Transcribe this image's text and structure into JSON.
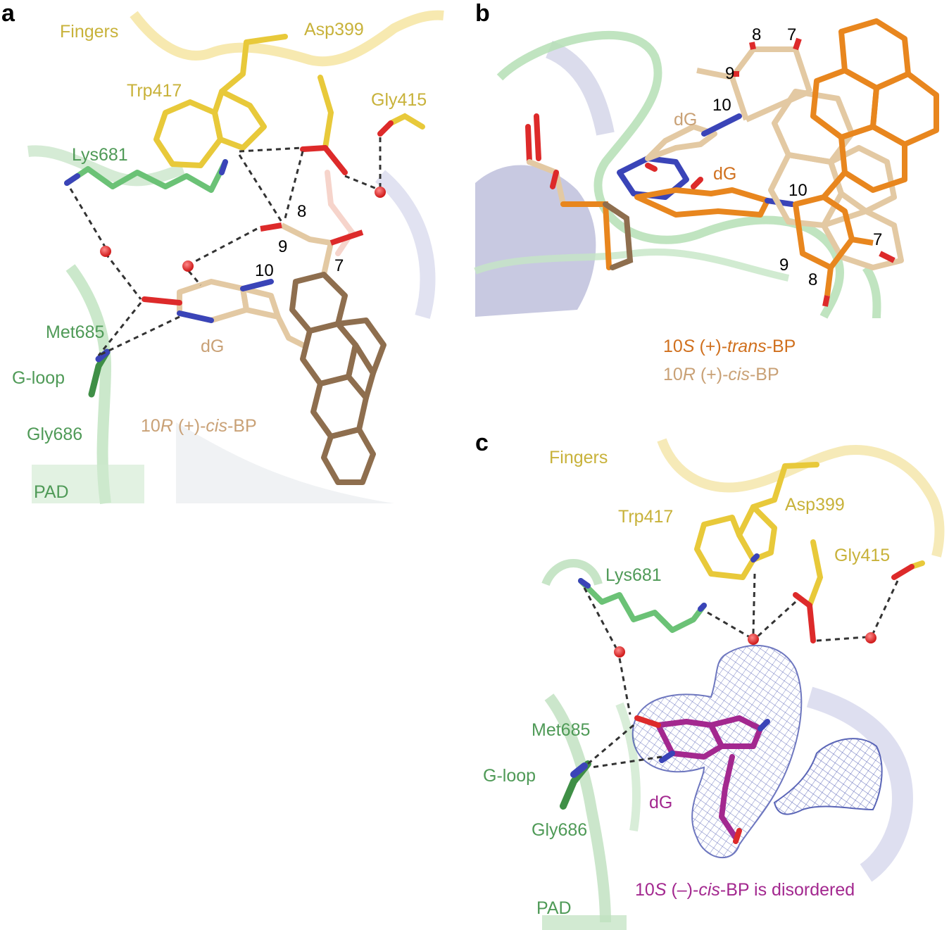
{
  "panels": {
    "a": {
      "letter": "a",
      "labels": {
        "fingers": "Fingers",
        "asp": "Asp399",
        "trp": "Trp417",
        "gly415": "Gly415",
        "lys": "Lys681",
        "met": "Met685",
        "gloop": "G-loop",
        "gly686": "Gly686",
        "pad": "PAD",
        "dg": "dG",
        "n8": "8",
        "n9": "9",
        "n10": "10",
        "n7": "7"
      },
      "adduct": {
        "prefix": "10",
        "stereo": "R",
        "sign": " (+)-",
        "form": "cis",
        "suffix": "-BP"
      }
    },
    "b": {
      "letter": "b",
      "labels": {
        "n8_top": "8",
        "n7_top": "7",
        "n9_top": "9",
        "n10_top": "10",
        "dg_tan": "dG",
        "dg_org": "dG",
        "n10_bot": "10",
        "n7_bot": "7",
        "n9_bot": "9",
        "n8_bot": "8"
      },
      "legend_trans": {
        "prefix": "10",
        "stereo": "S",
        "sign": " (+)-",
        "form": "trans",
        "suffix": "-BP"
      },
      "legend_cis": {
        "prefix": "10",
        "stereo": "R",
        "sign": " (+)-",
        "form": "cis",
        "suffix": "-BP"
      }
    },
    "c": {
      "letter": "c",
      "labels": {
        "fingers": "Fingers",
        "trp": "Trp417",
        "asp": "Asp399",
        "gly415": "Gly415",
        "lys": "Lys681",
        "met": "Met685",
        "gloop": "G-loop",
        "gly686": "Gly686",
        "dg": "dG",
        "pad": "PAD"
      },
      "caption": {
        "prefix": "10",
        "stereo": "S",
        "sign": " (–)-",
        "form": "cis",
        "suffix": "-BP is disordered"
      }
    }
  },
  "colors": {
    "fingers_yellow": "#e6c83c",
    "protein_green": "#5fb96b",
    "adduct_tan": "#e3c9a3",
    "adduct_brown": "#8e6e4e",
    "trans_orange": "#e8861e",
    "dg_magenta": "#a3288f",
    "oxygen_red": "#dd2a2a",
    "nitrogen_blue": "#3a44b8",
    "mesh_blue": "#3a4aa8"
  }
}
